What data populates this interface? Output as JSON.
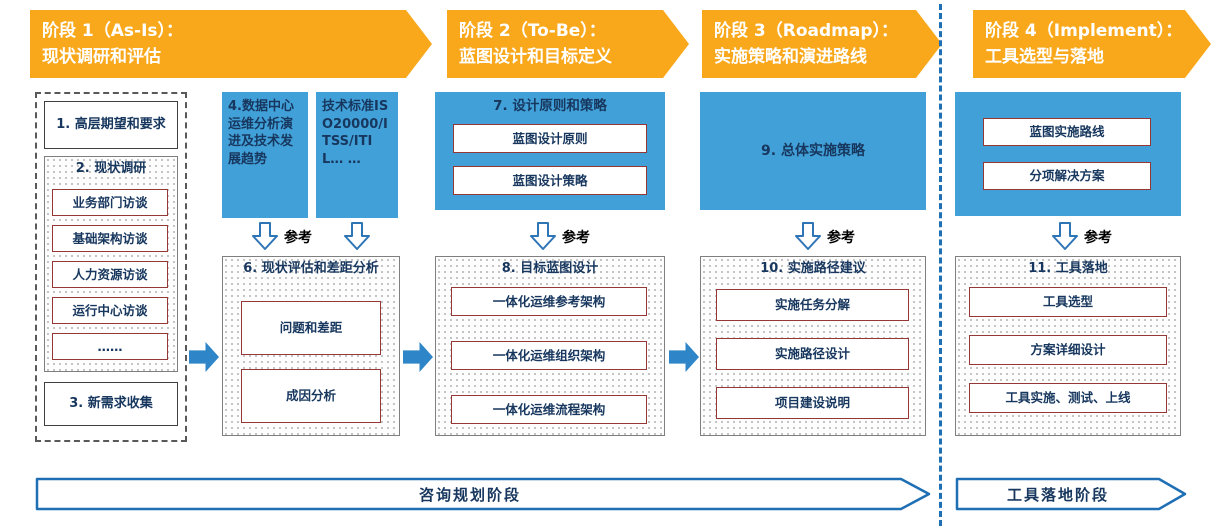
{
  "labels": {
    "ref": "参考"
  },
  "headers": [
    {
      "line1": "阶段 1（As-Is）：",
      "line2": "现状调研和评估"
    },
    {
      "line1": "阶段 2（To-Be）：",
      "line2": "蓝图设计和目标定义"
    },
    {
      "line1": "阶段 3（Roadmap）：",
      "line2": "实施策略和演进路线"
    },
    {
      "line1": "阶段 4（Implement）：",
      "line2": "工具选型与落地"
    }
  ],
  "phase1": {
    "expectations": "1. 高层期望和要求",
    "survey_title": "2. 现状调研",
    "survey_items": [
      "业务部门访谈",
      "基础架构访谈",
      "人力资源访谈",
      "运行中心访谈",
      "……"
    ],
    "new_requirements": "3. 新需求收集"
  },
  "reference_inputs": {
    "trend": "4.数据中心运维分析演进及技术发展趋势",
    "standards": "技术标准ISO20000/ITSS/ITIL… …"
  },
  "assessment": {
    "title": "6. 现状评估和差距分析",
    "items": [
      "问题和差距",
      "成因分析"
    ]
  },
  "phase2": {
    "principles_title": "7. 设计原则和策略",
    "principles_items": [
      "蓝图设计原则",
      "蓝图设计策略"
    ],
    "blueprint_title": "8. 目标蓝图设计",
    "blueprint_items": [
      "一体化运维参考架构",
      "一体化运维组织架构",
      "一体化运维流程架构"
    ]
  },
  "phase3": {
    "strategy": "9. 总体实施策略",
    "roadmap_title": "10. 实施路径建议",
    "roadmap_items": [
      "实施任务分解",
      "实施路径设计",
      "项目建设说明"
    ]
  },
  "phase4": {
    "top_items": [
      "蓝图实施路线",
      "分项解决方案"
    ],
    "landing_title": "11. 工具落地",
    "landing_items": [
      "工具选型",
      "方案详细设计",
      "工具实施、测试、上线"
    ]
  },
  "footer": {
    "consulting": "咨询规划阶段",
    "implementation": "工具落地阶段"
  },
  "colors": {
    "phase_header_orange": "#F9A81B",
    "blue_box": "#41A0D8",
    "solid_arrow_blue": "#2E86C8",
    "outline_blue": "#1F6FB5",
    "box_border_red": "#953735",
    "text_navy": "#17375E"
  }
}
